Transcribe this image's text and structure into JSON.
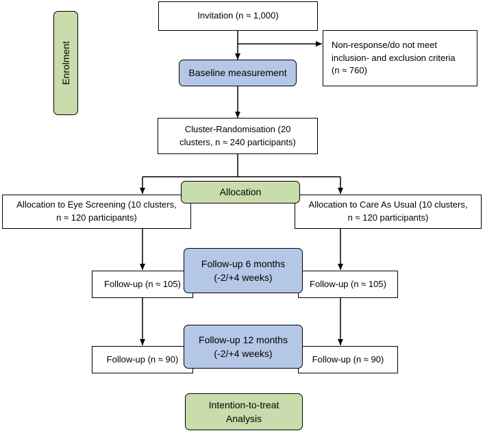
{
  "phase": {
    "enrolment": "Enrolment"
  },
  "boxes": {
    "invitation": "Invitation (n ≈ 1,000)",
    "non_response": "Non-response/do not meet\ninclusion- and exclusion criteria\n(n ≈ 760)",
    "baseline": "Baseline measurement",
    "cluster_randomisation": "Cluster-Randomisation (20\nclusters, n ≈ 240 participants)",
    "allocation": "Allocation",
    "allocation_eye_screening": "Allocation to Eye Screening (10 clusters,\nn ≈ 120 participants)",
    "allocation_care_as_usual": "Allocation to Care As Usual (10 clusters,\nn ≈ 120 participants)",
    "followup_6_months": "Follow-up 6 months\n(-2/+4 weeks)",
    "followup_6_left": "Follow-up (n ≈ 105)",
    "followup_6_right": "Follow-up (n ≈ 105)",
    "followup_12_months": "Follow-up 12 months\n(-2/+4 weeks)",
    "followup_12_left": "Follow-up (n ≈ 90)",
    "followup_12_right": "Follow-up (n ≈ 90)",
    "itt_analysis": "Intention-to-treat\nAnalysis"
  }
}
